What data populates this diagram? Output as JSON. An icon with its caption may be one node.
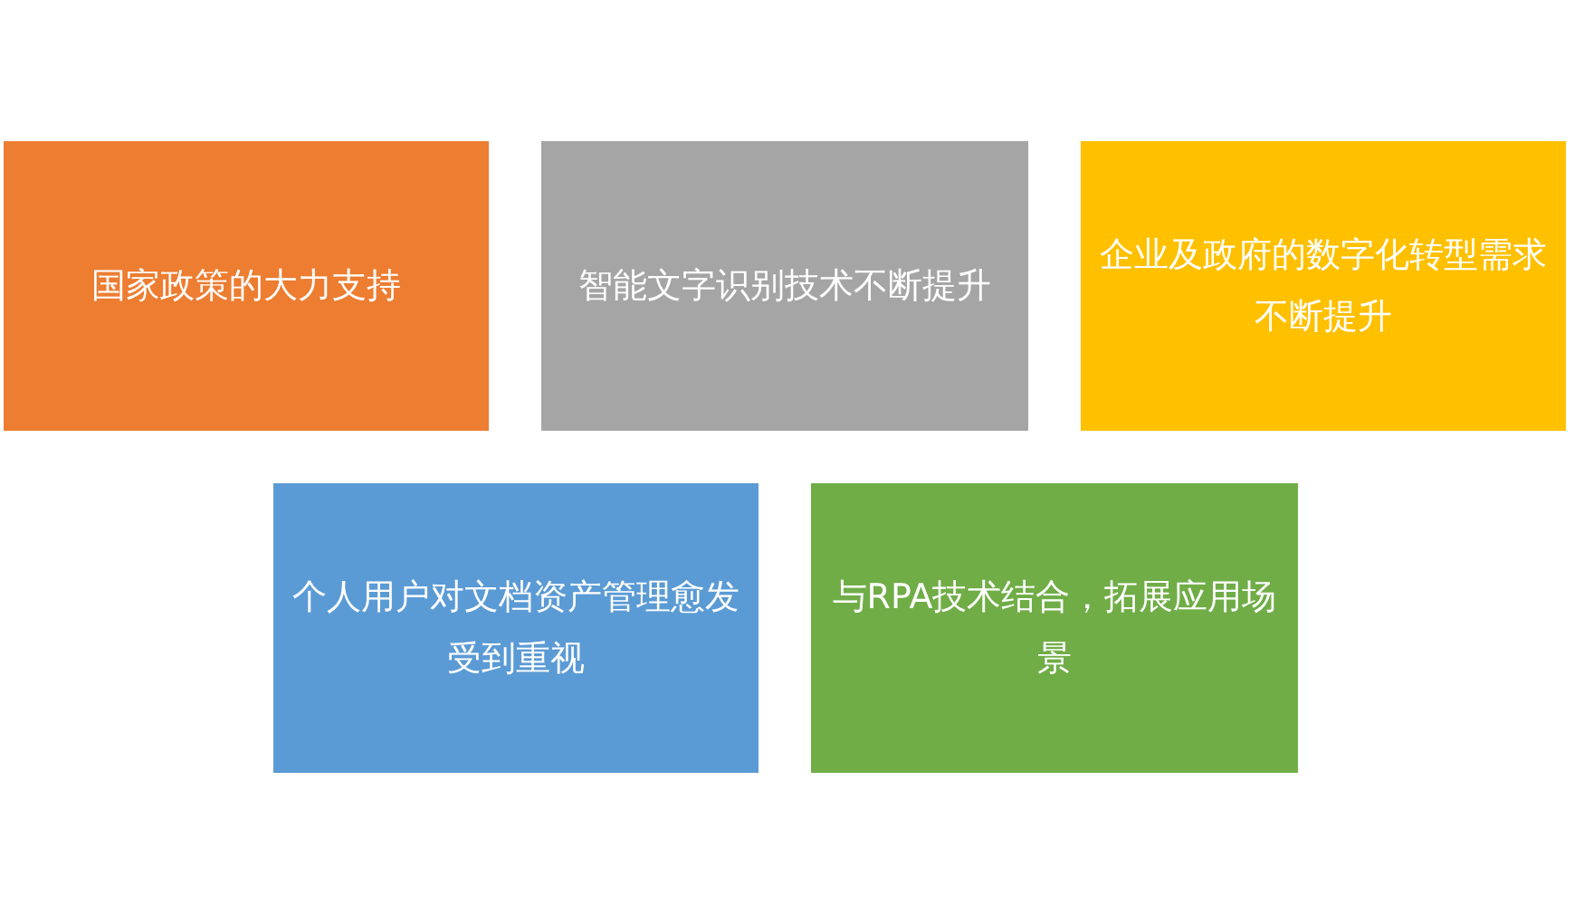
{
  "diagram": {
    "nodes": [
      {
        "text": [
          "国家政策的大力支持"
        ]
      },
      {
        "text": [
          "智能文字识别技术不断提升"
        ]
      },
      {
        "text": [
          "企业及政府的数字化转型需求不断提升"
        ]
      },
      {
        "text": [
          "个人用户对文档资产管理愈发受到重视"
        ]
      },
      {
        "text": [
          "与RPA技术结合，拓展应用场景"
        ]
      }
    ]
  }
}
